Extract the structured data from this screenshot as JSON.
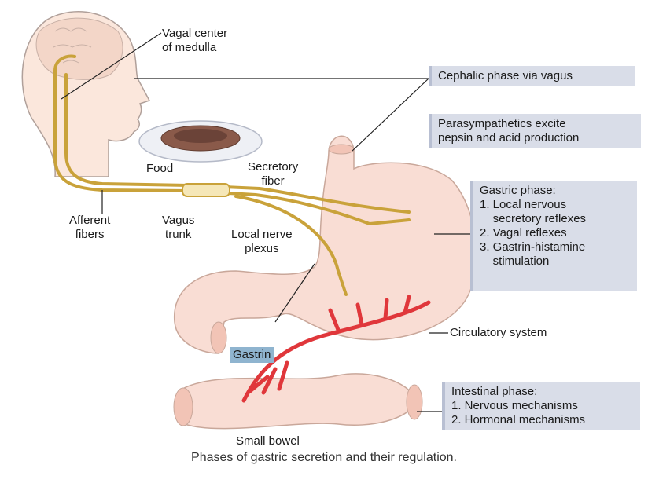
{
  "labels": {
    "vagal_center": [
      "Vagal center",
      "of medulla"
    ],
    "food": "Food",
    "secretory_fiber": [
      "Secretory",
      "fiber"
    ],
    "afferent_fibers": [
      "Afferent",
      "fibers"
    ],
    "vagus_trunk": [
      "Vagus",
      "trunk"
    ],
    "local_nerve_plexus": [
      "Local nerve",
      "plexus"
    ],
    "gastrin": "Gastrin",
    "circulatory_system": "Circulatory system",
    "small_bowel": "Small bowel"
  },
  "boxes": {
    "cephalic": [
      "Cephalic phase via vagus"
    ],
    "parasympathetics": [
      "Parasympathetics excite",
      "pepsin and acid production"
    ],
    "gastric": [
      "Gastric phase:",
      "1. Local nervous",
      "    secretory reflexes",
      "2. Vagal reflexes",
      "3. Gastrin-histamine",
      "    stimulation"
    ],
    "intestinal": [
      "Intestinal phase:",
      "1. Nervous mechanisms",
      "2. Hormonal mechanisms"
    ]
  },
  "caption": "Phases of gastric secretion and their regulation.",
  "colors": {
    "nerve": "#c9a23a",
    "vessel": "#e0373b",
    "tissue": "#f7d9cf",
    "box": "#d9dde8",
    "gastrin_box": "#8fb4cf"
  }
}
